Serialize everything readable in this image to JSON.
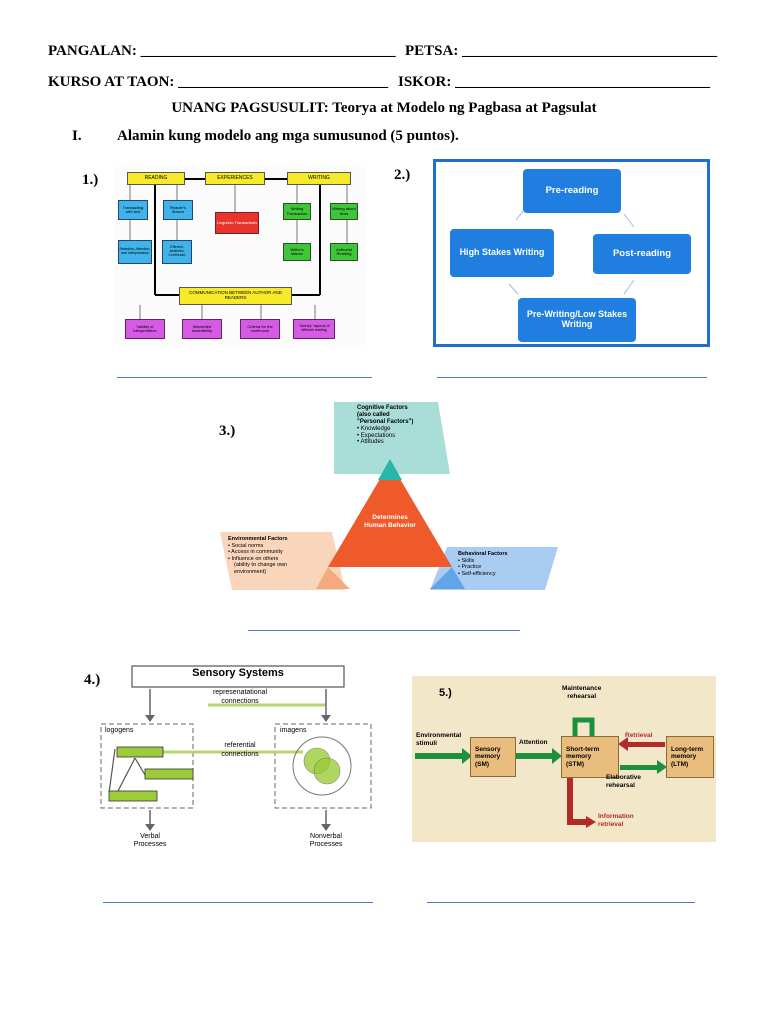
{
  "header": {
    "pangalan_label": "PANGALAN:",
    "pangalan_blank": "__________________________________",
    "petsa_label": "PETSA:",
    "petsa_blank": "__________________________________",
    "kurso_label": "KURSO AT TAON:",
    "kurso_blank": "____________________________",
    "iskor_label": "ISKOR:",
    "iskor_blank": "__________________________________"
  },
  "title": {
    "bold": "UNANG PAGSUSULIT:",
    "rest": " Teorya at Modelo ng Pagbasa at Pagsulat"
  },
  "instruction": {
    "roman": "I.",
    "text": "Alamin kung modelo ang mga sumusunod (5 puntos)."
  },
  "numbers": {
    "n1": "1.)",
    "n2": "2.)",
    "n3": "3.)",
    "n4": "4.)",
    "n5": "5.)"
  },
  "fig1": {
    "reading": "READING",
    "experiences": "EXPERIENCES",
    "writing": "WRITING",
    "transacting": "Transacting with text",
    "readers_stance": "Reader's Stance",
    "linguistic": "Linguistic Transactions",
    "writing_transaction": "Writing Transaction",
    "writing_about": "Writing about texts",
    "selection": "Selection, Attention, and Interpretation",
    "efferent": "Efferent, Aesthetic, Continuum",
    "writers_stance": "Writer's stance",
    "authorial": "Authorial Reading",
    "communication": "COMMUNICATION BETWEEN AUTHOR AND READERS",
    "validity": "Validity of interpretation",
    "warranted": "Warranted Assertibility",
    "criteria": "Criteria for the continuum",
    "literary": "\"Literary\" aspects of different reading"
  },
  "fig2": {
    "pre_reading": "Pre-reading",
    "post_reading": "Post-reading",
    "pre_writing": "Pre-Writing/Low Stakes Writing",
    "high_stakes": "High Stakes Writing"
  },
  "fig3": {
    "cog_title1": "Cognitive Factors",
    "cog_title2": "(also called",
    "cog_title3": "\"Personal Factors\")",
    "cog_items": [
      "Knowledge",
      "Expectations",
      "Attitudes"
    ],
    "center1": "Determines",
    "center2": "Human Behavior",
    "env_title": "Environmental Factors",
    "env_items": [
      "Social norms",
      "Access in community",
      "Influence on others"
    ],
    "env_extra1": "(ability to change own",
    "env_extra2": "environment)",
    "beh_title": "Behavioral Factors",
    "beh_items": [
      "Skills",
      "Practice",
      "Self-efficiency"
    ]
  },
  "fig4": {
    "sensory": "Sensory Systems",
    "rep1": "represenatational",
    "rep2": "connections",
    "logogens": "logogens",
    "imagens": "imagens",
    "ref1": "referential",
    "ref2": "connections",
    "verbal1": "Verbal",
    "verbal2": "Processes",
    "nonverbal1": "Nonverbal",
    "nonverbal2": "Processes"
  },
  "fig5": {
    "maintenance1": "Maintenance",
    "maintenance2": "rehearsal",
    "env1": "Environmental",
    "env2": "stimuli",
    "sensory1": "Sensory",
    "sensory2": "memory",
    "sensory3": "(SM)",
    "attention": "Attention",
    "stm1": "Short-term",
    "stm2": "memory",
    "stm3": "(STM)",
    "retrieval": "Retrieval",
    "ltm1": "Long-term",
    "ltm2": "memory",
    "ltm3": "(LTM)",
    "elab1": "Elaborative",
    "elab2": "rehearsal",
    "info1": "Information",
    "info2": "retrieval"
  }
}
